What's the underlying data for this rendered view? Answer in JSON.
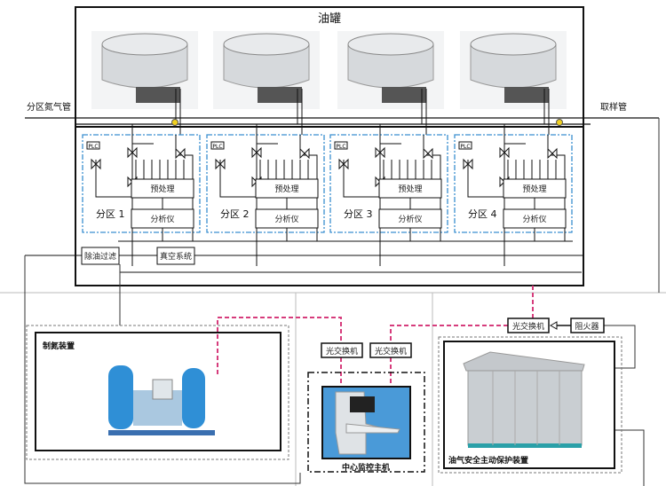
{
  "title": "油罐",
  "labels": {
    "nitrogen_pipe": "分区氮气管",
    "sampling_pipe": "取样管"
  },
  "zones": [
    {
      "label": "分区 1",
      "pretreat": "预处理",
      "analyzer": "分析仪",
      "plc": "PLC"
    },
    {
      "label": "分区 2",
      "pretreat": "预处理",
      "analyzer": "分析仪",
      "plc": "PLC"
    },
    {
      "label": "分区 3",
      "pretreat": "预处理",
      "analyzer": "分析仪",
      "plc": "PLC"
    },
    {
      "label": "分区 4",
      "pretreat": "预处理",
      "analyzer": "分析仪",
      "plc": "PLC"
    }
  ],
  "oil_filter": "除油过滤",
  "vacuum": "真空系统",
  "nitrogen_device": "制氮装置",
  "switches": [
    "光交换机",
    "光交换机",
    "光交换机"
  ],
  "flame_arrester": "阻火器",
  "monitor_host": "中心监控主机",
  "protection_device": "油气安全主动保护装置",
  "colors": {
    "zone_border": "#3a8fd0",
    "network": "#d63c7c",
    "pipe_dot": "#f0d020"
  }
}
